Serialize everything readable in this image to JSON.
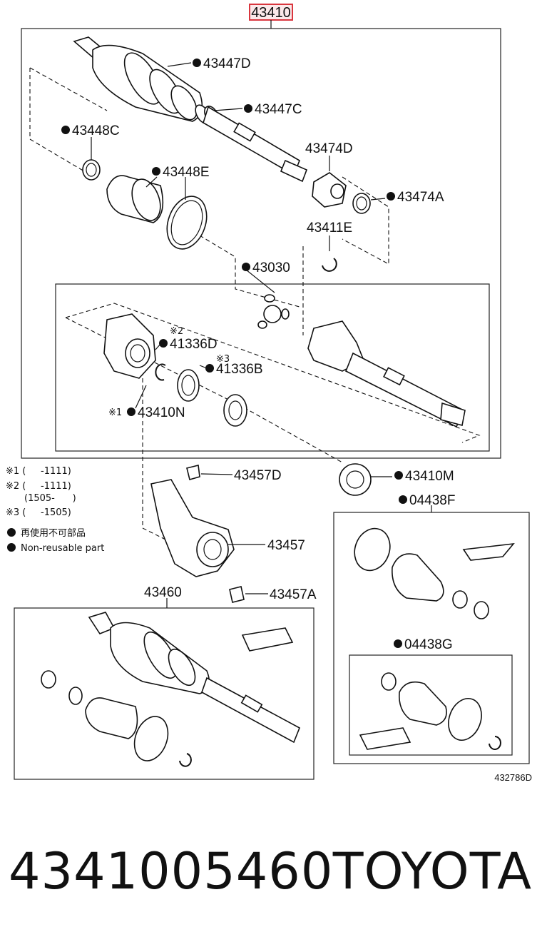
{
  "assembly": {
    "title": "43410",
    "highlight_color": "#d9363e"
  },
  "labels": {
    "p43447D": "43447D",
    "p43447C": "43447C",
    "p43448C": "43448C",
    "p43448E": "43448E",
    "p43474D": "43474D",
    "p43474A": "43474A",
    "p43411E": "43411E",
    "p43030": "43030",
    "p41336D": "41336D",
    "p41336B": "41336B",
    "p43410N": "43410N",
    "p43457D": "43457D",
    "p43410M": "43410M",
    "p04438F": "04438F",
    "p43457": "43457",
    "p43460": "43460",
    "p43457A": "43457A",
    "p04438G": "04438G"
  },
  "marks": {
    "m2": "※2",
    "m3": "※3",
    "m1": "※1"
  },
  "notes": {
    "n1": "※1 (     -1111)",
    "n2": "※2 (     -1111)",
    "n2b": "(1505-      )",
    "n3": "※3 (     -1505)",
    "jp": "再使用不可部品",
    "en": "Non-reusable part"
  },
  "drawing_number": "432786D",
  "part_number": "4341005460",
  "brand": "TOYOTA"
}
